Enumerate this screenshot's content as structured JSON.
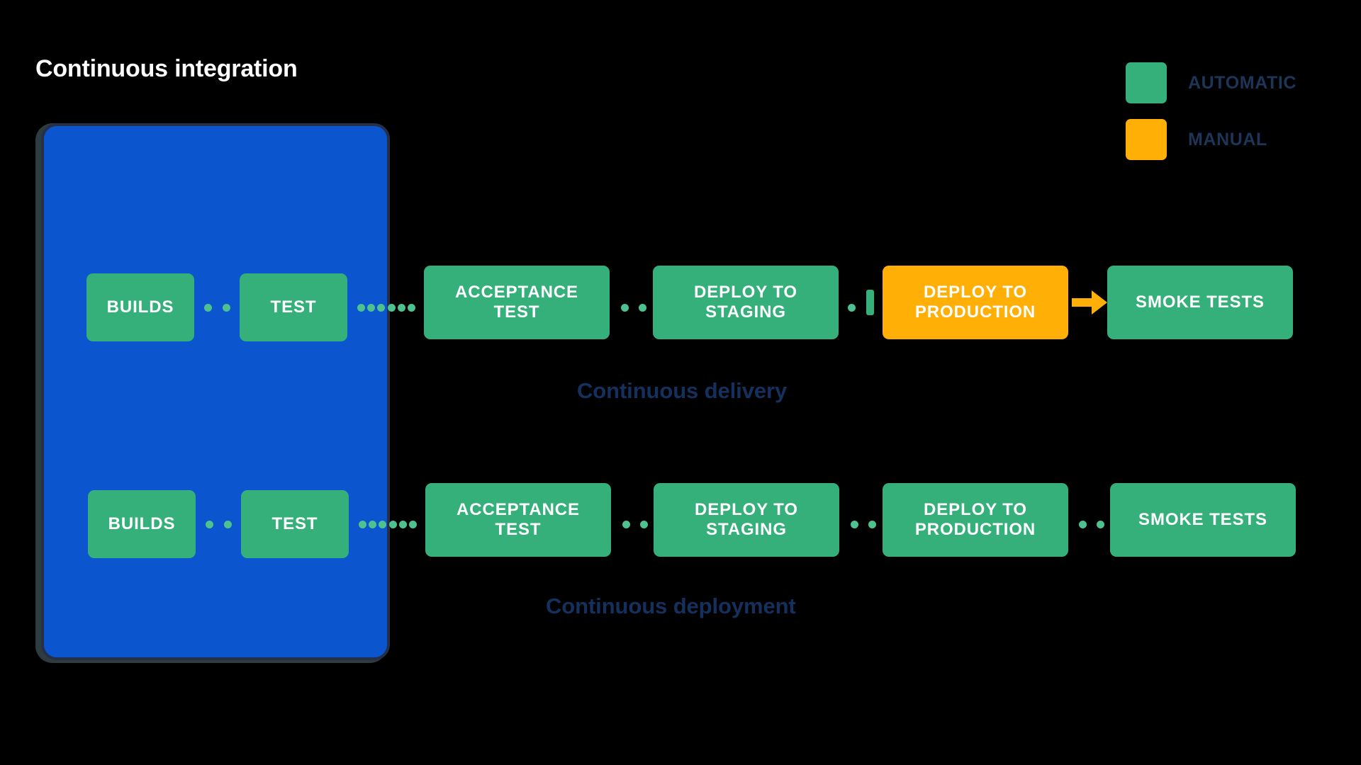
{
  "legend": {
    "items": [
      {
        "label": "AUTOMATIC",
        "icon": "green-square-swatch",
        "color": "#35B07B"
      },
      {
        "label": "MANUAL",
        "icon": "orange-square-swatch",
        "color": "#FFAF05"
      }
    ],
    "label_color": "#1d3557"
  },
  "ci_panel": {
    "title": "Continuous integration",
    "background": "#0B55CF",
    "border_color": "#24304a"
  },
  "delivery": {
    "caption": "Continuous delivery",
    "caption_color": "#16305e",
    "nodes": [
      {
        "label": "BUILDS",
        "type": "automatic",
        "inside_ci": true
      },
      {
        "label": "TEST",
        "type": "automatic",
        "inside_ci": true
      },
      {
        "label": "ACCEPTANCE\nTEST",
        "line1": "ACCEPTANCE",
        "line2": "TEST",
        "type": "automatic",
        "inside_ci": false
      },
      {
        "label": "DEPLOY TO\nSTAGING",
        "line1": "DEPLOY TO",
        "line2": "STAGING",
        "type": "automatic",
        "inside_ci": false
      },
      {
        "label": "DEPLOY TO\nPRODUCTION",
        "line1": "DEPLOY TO",
        "line2": "PRODUCTION",
        "type": "manual",
        "inside_ci": false
      },
      {
        "label": "SMOKE TESTS",
        "type": "automatic",
        "inside_ci": false
      }
    ],
    "connectors": [
      {
        "from": "BUILDS",
        "to": "TEST",
        "style": "dotted",
        "dots": 4
      },
      {
        "from": "TEST",
        "to": "ACCEPTANCE TEST",
        "style": "dotted",
        "dots": 6
      },
      {
        "from": "ACCEPTANCE TEST",
        "to": "DEPLOY TO STAGING",
        "style": "dotted",
        "dots": 3
      },
      {
        "from": "DEPLOY TO STAGING",
        "to": "DEPLOY TO PRODUCTION",
        "style": "gate",
        "dots": 1
      },
      {
        "from": "DEPLOY TO PRODUCTION",
        "to": "SMOKE TESTS",
        "style": "arrow",
        "color": "#FFAF05"
      }
    ]
  },
  "deployment": {
    "caption": "Continuous deployment",
    "caption_color": "#16305e",
    "nodes": [
      {
        "label": "BUILDS",
        "type": "automatic",
        "inside_ci": true
      },
      {
        "label": "TEST",
        "type": "automatic",
        "inside_ci": true
      },
      {
        "label": "ACCEPTANCE\nTEST",
        "line1": "ACCEPTANCE",
        "line2": "TEST",
        "type": "automatic",
        "inside_ci": false
      },
      {
        "label": "DEPLOY TO\nSTAGING",
        "line1": "DEPLOY TO",
        "line2": "STAGING",
        "type": "automatic",
        "inside_ci": false
      },
      {
        "label": "DEPLOY TO\nPRODUCTION",
        "line1": "DEPLOY TO",
        "line2": "PRODUCTION",
        "type": "automatic",
        "inside_ci": false
      },
      {
        "label": "SMOKE TESTS",
        "type": "automatic",
        "inside_ci": false
      }
    ],
    "connectors": [
      {
        "from": "BUILDS",
        "to": "TEST",
        "style": "dotted",
        "dots": 4
      },
      {
        "from": "TEST",
        "to": "ACCEPTANCE TEST",
        "style": "dotted",
        "dots": 6
      },
      {
        "from": "ACCEPTANCE TEST",
        "to": "DEPLOY TO STAGING",
        "style": "dotted",
        "dots": 3
      },
      {
        "from": "DEPLOY TO STAGING",
        "to": "DEPLOY TO PRODUCTION",
        "style": "dotted",
        "dots": 3
      },
      {
        "from": "DEPLOY TO PRODUCTION",
        "to": "SMOKE TESTS",
        "style": "dotted",
        "dots": 3
      }
    ]
  }
}
